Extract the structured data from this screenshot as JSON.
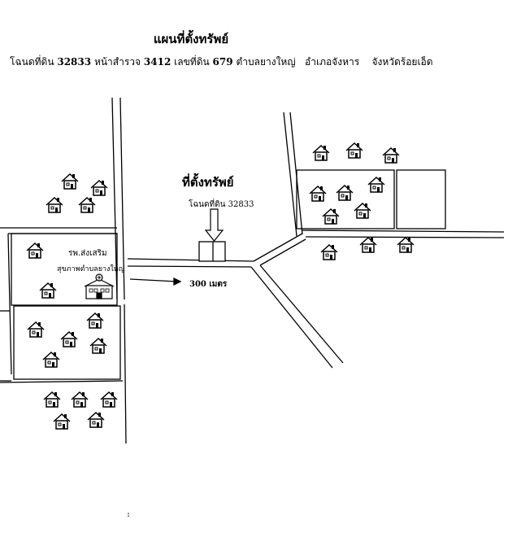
{
  "header": {
    "title": "แผนที่ตั้งทรัพย์",
    "deed_label": "โฉนดที่ดิน",
    "deed_number": "32833",
    "survey_label": "หน้าสำรวจ",
    "survey_number": "3412",
    "land_label": "เลขที่ดิน",
    "land_number": "679",
    "subdistrict": "ตำบลยางใหญ่",
    "district": "อำเภอจังหาร",
    "province": "จังหวัดร้อยเอ็ด"
  },
  "map": {
    "location_title": "ที่ตั้งทรัพย์",
    "location_deed": "โฉนดที่ดิน 32833",
    "distance_label": "300 เมตร",
    "hospital_name_line1": "รพ.ส่งเสริม",
    "hospital_name_line2": "สุขภาพตำบลยางใหญ่",
    "icons": {
      "house": "house-icon",
      "hospital": "hospital-icon",
      "arrow": "down-arrow-icon"
    },
    "colors": {
      "line": "#000000",
      "background": "#ffffff"
    }
  }
}
